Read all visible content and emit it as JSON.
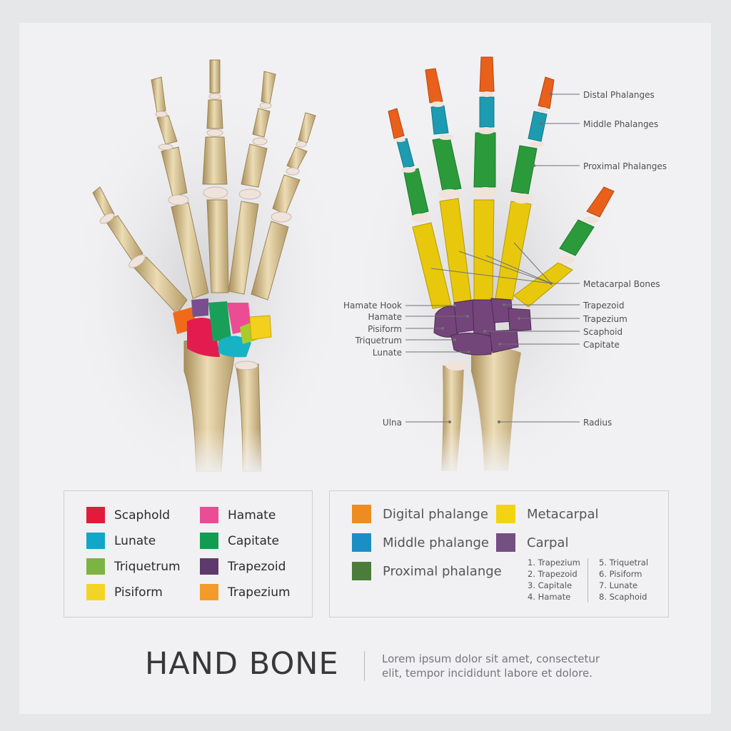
{
  "title": "HAND BONE",
  "subtitle_lines": [
    "Lorem ipsum dolor sit amet, consectetur",
    "elit, tempor incididunt labore et dolore."
  ],
  "left_diagram": {
    "description": "Dorsal view of hand skeleton with colored carpal bones"
  },
  "right_diagram": {
    "callouts_right": [
      {
        "label": "Distal Phalanges"
      },
      {
        "label": "Middle Phalanges"
      },
      {
        "label": "Proximal Phalanges"
      },
      {
        "label": "Metacarpal Bones"
      },
      {
        "label": "Trapezoid"
      },
      {
        "label": "Trapezium"
      },
      {
        "label": "Scaphoid"
      },
      {
        "label": "Capitate"
      },
      {
        "label": "Radius"
      }
    ],
    "callouts_left": [
      {
        "label": "Hamate Hook"
      },
      {
        "label": "Hamate"
      },
      {
        "label": "Pisiform"
      },
      {
        "label": "Triquetrum"
      },
      {
        "label": "Lunate"
      },
      {
        "label": "Ulna"
      }
    ]
  },
  "legend_carpals": {
    "items": [
      {
        "label": "Scaphold",
        "color": "#e31b3b"
      },
      {
        "label": "Lunate",
        "color": "#12a6c8"
      },
      {
        "label": "Triquetrum",
        "color": "#7cb342"
      },
      {
        "label": "Pisiform",
        "color": "#f3d426"
      },
      {
        "label": "Hamate",
        "color": "#ec4c94"
      },
      {
        "label": "Capitate",
        "color": "#129c52"
      },
      {
        "label": "Trapezoid",
        "color": "#5e3a6c"
      },
      {
        "label": "Trapezium",
        "color": "#f39b2a"
      }
    ]
  },
  "legend_regions": {
    "items": [
      {
        "label": "Digital phalange",
        "color": "#ed8c22"
      },
      {
        "label": "Middle phalange",
        "color": "#1b8fc5"
      },
      {
        "label": "Proximal phalange",
        "color": "#4c7c3a"
      },
      {
        "label": "Metacarpal",
        "color": "#f2d410"
      },
      {
        "label": "Carpal",
        "color": "#744f82"
      }
    ],
    "carpal_list_left": [
      "1. Trapezium",
      "2. Trapezoid",
      "3. Capitale",
      "4. Hamate"
    ],
    "carpal_list_right": [
      "5. Triquetral",
      "6. Pisiform",
      "7. Lunate",
      "8. Scaphoid"
    ]
  },
  "colors": {
    "bone": "#d9c497",
    "bone_dark": "#b89d66",
    "cartilage": "#efe3dc",
    "distal": "#e8601a",
    "middle": "#1d9bb0",
    "proximal": "#2a9a3a",
    "metacarpal": "#e8c80c",
    "carpal": "#74457a",
    "leader": "#6f7074"
  }
}
